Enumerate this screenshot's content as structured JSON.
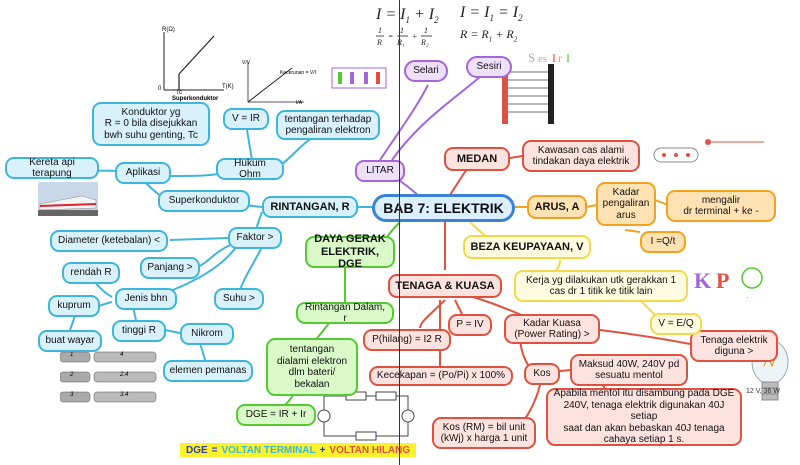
{
  "formulas": {
    "series_current": "I = I",
    "parallel_sum": "+ I",
    "parallel_eq": "I = I",
    "recip_left": "1",
    "recip_r": "R",
    "series_r": "R = R",
    "series_r_plus": "+ R"
  },
  "graph": {
    "y_label": "R(Ω)",
    "x_label": "T(K)",
    "tc_label": "Tc",
    "caption": "Superkonduktor",
    "origin": "0"
  },
  "vi_graph": {
    "y_label": "V/V",
    "note": "Kecerunan = V/I",
    "x_label": "I/A"
  },
  "resistor_table": {
    "rows": [
      "1",
      "2",
      "3"
    ],
    "values": [
      "4",
      "2.4",
      "3.4"
    ]
  },
  "bulb_label": "12 V, 36 W",
  "nodes": {
    "main": "BAB 7: ELEKTRIK",
    "litar": "LITAR",
    "selari": "Selari",
    "sesiri": "Sesiri",
    "rintangan": "RINTANGAN, R",
    "konduktor": "Konduktor yg\nR = 0 bila disejukkan\nbwh suhu genting, Tc",
    "kereta": "Kereta api terapung",
    "aplikasi": "Aplikasi",
    "superkonduktor": "Superkonduktor",
    "v_ir": "V = IR",
    "hukum_ohm": "Hukum Ohm",
    "tentangan": "tentangan terhadap\npengaliran elektron",
    "faktor": "Faktor >",
    "diameter": "Diameter (ketebalan) <",
    "panjang": "Panjang >",
    "rendah_r": "rendah R",
    "jenis_bhn": "Jenis bhn",
    "suhu": "Suhu >",
    "kuprum": "kuprum",
    "tinggi_r": "tinggi R",
    "nikrom": "Nikrom",
    "buat_wayar": "buat wayar",
    "elemen": "elemen pemanas",
    "medan": "MEDAN",
    "kawasan": "Kawasan cas alami\ntindakan daya elektrik",
    "arus": "ARUS, A",
    "kadar_pengaliran": "Kadar\npengaliran\narus",
    "mengalir": "mengalir\ndr terminal + ke -",
    "i_qt": "I =Q/t",
    "beza": "BEZA KEUPAYAAN, V",
    "kerja": "Kerja yg dilakukan utk gerakkan 1\ncas dr 1 titik ke titik lain",
    "v_eq": "V = E/Q",
    "daya_gerak": "DAYA GERAK\nELEKTRIK, DGE",
    "rintangan_dalam": "Rintangan Dalam, r",
    "tentangan_dalam": "tentangan\ndialami elektron\ndlm bateri/\nbekalan",
    "dge_formula": "DGE = IR + Ir",
    "tenaga_kuasa": "TENAGA & KUASA",
    "p_hilang": "P(hilang) = I2 R",
    "p_iv": "P = IV",
    "kadar_kuasa": "Kadar Kuasa\n(Power Rating) >",
    "tenaga_diguna": "Tenaga elektrik\ndiguna >",
    "kecekapan": "Kecekapan = (Po/Pi) x 100%",
    "kos": "Kos",
    "maksud": "Maksud 40W, 240V pd\nsesuatu mentol",
    "kos_rm": "Kos (RM) = bil unit\n(kWj) x harga 1 unit",
    "apabila": "Apabila mentol itu disambung pada DGE\n240V, tenaga elektrik digunakan 40J setiap\nsaat dan akan bebaskan 40J tenaga\ncahaya setiap 1 s."
  },
  "banner": {
    "dge": "DGE",
    "eq": "=",
    "voltan_terminal": "VOLTAN TERMINAL",
    "plus": "+",
    "voltan_hilang": "VOLTAN HILANG"
  },
  "colors": {
    "blue": "#3fb5dc",
    "red": "#e0523f",
    "orange": "#f2a21f",
    "yellow": "#f3d94a",
    "green": "#55c833",
    "purple": "#a466d8",
    "main": "#3b82d6"
  }
}
